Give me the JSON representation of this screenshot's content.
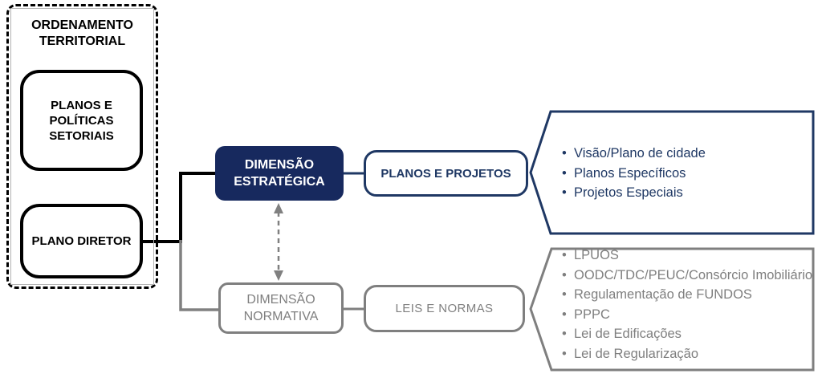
{
  "diagram": {
    "territorial": {
      "title": "ORDENAMENTO TERRITORIAL",
      "sectoral_box": "PLANOS E POLÍTICAS SETORIAIS",
      "master_plan_box": "PLANO DIRETOR"
    },
    "strategic": {
      "dimension_label": "DIMENSÃO ESTRATÉGICA",
      "channel_label": "PLANOS E PROJETOS",
      "items": [
        "Visão/Plano de cidade",
        "Planos Específicos",
        "Projetos Especiais"
      ]
    },
    "normative": {
      "dimension_label": "DIMENSÃO NORMATIVA",
      "channel_label": "LEIS E NORMAS",
      "items": [
        "LPUOS",
        "OODC/TDC/PEUC/Consórcio Imobiliário",
        "Regulamentação de FUNDOS",
        "PPPC",
        "Lei de Edificações",
        "Lei de Regularização"
      ]
    },
    "colors": {
      "navy_fill": "#17295E",
      "navy_line": "#1F3864",
      "gray": "#7F7F7F",
      "black": "#000000"
    }
  }
}
